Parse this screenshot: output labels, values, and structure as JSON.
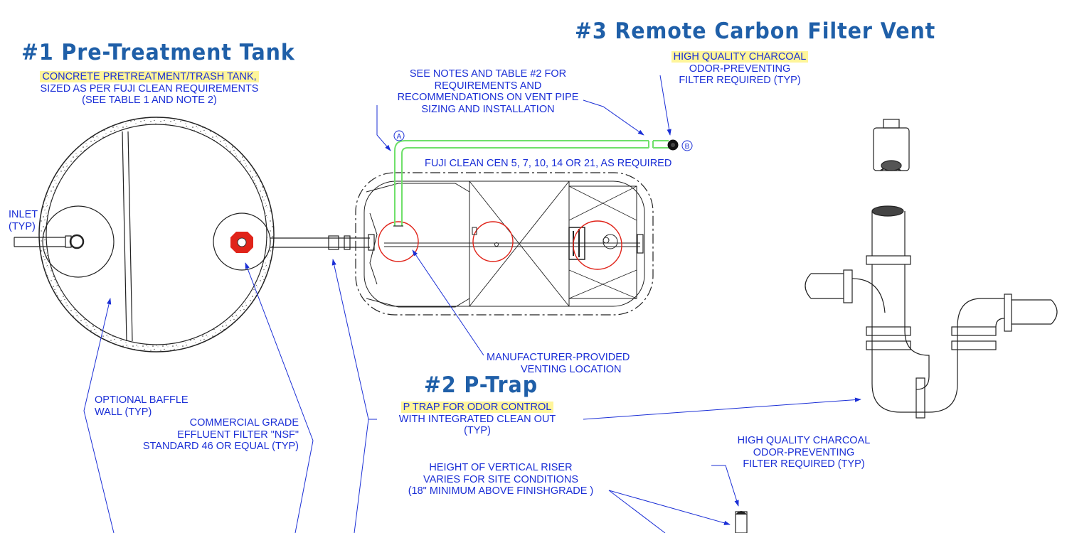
{
  "titles": {
    "pretreatment": "#1 Pre-Treatment Tank",
    "carbon_vent": "#3 Remote Carbon Filter Vent",
    "ptrap": "#2 P-Trap"
  },
  "notes": {
    "pretreatment_tank": {
      "line1": "CONCRETE PRETREATMENT/TRASH TANK,",
      "line2": "SIZED AS PER FUJI CLEAN REQUIREMENTS",
      "line3": "(SEE TABLE 1 AND NOTE 2)"
    },
    "vent_pipe": {
      "line1": "SEE NOTES AND TABLE #2 FOR",
      "line2": "REQUIREMENTS AND",
      "line3": "RECOMMENDATIONS ON VENT PIPE",
      "line4": "SIZING AND INSTALLATION"
    },
    "charcoal_top": {
      "line1": "HIGH QUALITY CHARCOAL",
      "line2": "ODOR-PREVENTING",
      "line3": "FILTER REQUIRED (TYP)"
    },
    "fuji_clean": "FUJI CLEAN CEN 5, 7, 10, 14 OR 21, AS REQUIRED",
    "inlet": {
      "line1": "INLET",
      "line2": "(TYP)"
    },
    "manufacturer_vent": {
      "line1": "MANUFACTURER-PROVIDED",
      "line2": "VENTING LOCATION"
    },
    "baffle": {
      "line1": "OPTIONAL BAFFLE",
      "line2": "WALL (TYP)"
    },
    "effluent_filter": {
      "line1": "COMMERCIAL  GRADE",
      "line2": "EFFLUENT FILTER \"NSF\"",
      "line3": "STANDARD 46 OR EQUAL (TYP)"
    },
    "ptrap_odor": {
      "line1": "P TRAP FOR ODOR CONTROL",
      "line2": "WITH INTEGRATED CLEAN OUT",
      "line3": "(TYP)"
    },
    "charcoal_bottom": {
      "line1": "HIGH QUALITY CHARCOAL",
      "line2": "ODOR-PREVENTING",
      "line3": "FILTER REQUIRED (TYP)"
    },
    "riser_height": {
      "line1": "HEIGHT OF VERTICAL RISER",
      "line2": "VARIES FOR SITE CONDITIONS",
      "line3": "(18\" MINIMUM ABOVE FINISHGRADE )"
    }
  },
  "point_labels": {
    "a": "A",
    "b": "B"
  },
  "colors": {
    "title_blue": "#1f5fa8",
    "note_blue": "#1b2fd6",
    "highlight": "#fff59a",
    "vent_green": "#6fe06a",
    "marker_red": "#e0241a",
    "line_black": "#222222"
  }
}
